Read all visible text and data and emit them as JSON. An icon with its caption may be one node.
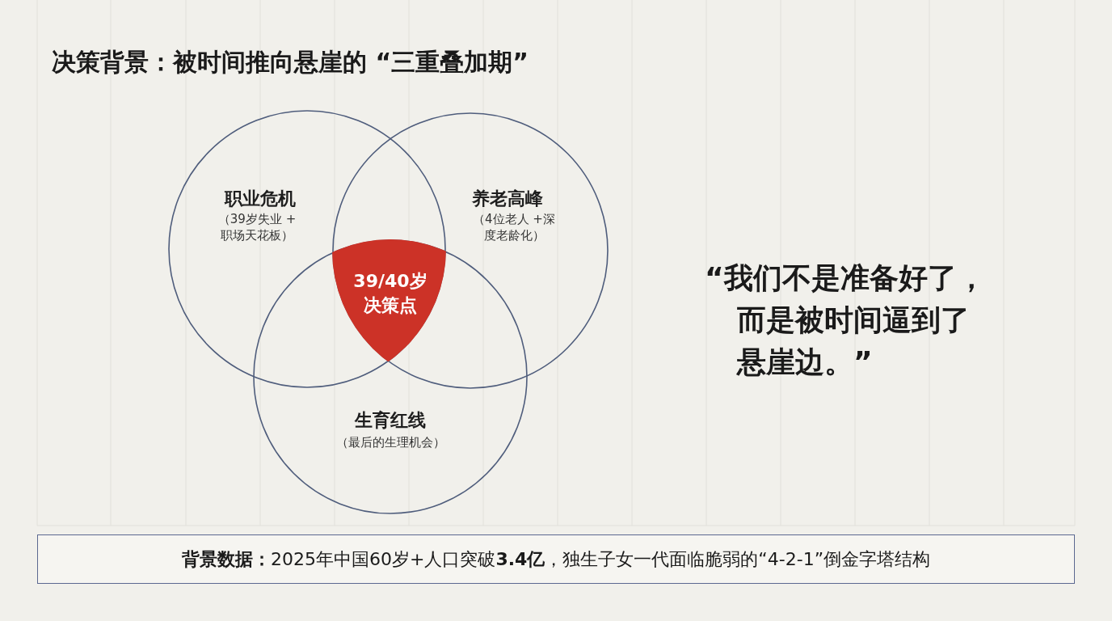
{
  "diagram": {
    "title": "决策背景：被时间推向悬崖的 “三重叠加期”",
    "nodes": [
      {
        "text": [
          "职业危机",
          "（39岁失业 +职场天花板）"
        ]
      },
      {
        "text": [
          "养老高峰",
          "（4位老人 +深度老龄化）"
        ]
      },
      {
        "text": [
          "39/40岁决策点"
        ],
        "in": 3
      },
      {
        "text": [
          "生育红线",
          "（最后的生理机会）"
        ]
      },
      {
        "text": [
          "**背景数据：**2025年中国60岁+人口突破**3.4亿**，独生子女一代面临脆弱的“4-2-1”倒金字塔结构"
        ]
      }
    ],
    "labels": [
      "“我们不是准备好了，而是被时间逼到了悬崖边。”"
    ]
  }
}
